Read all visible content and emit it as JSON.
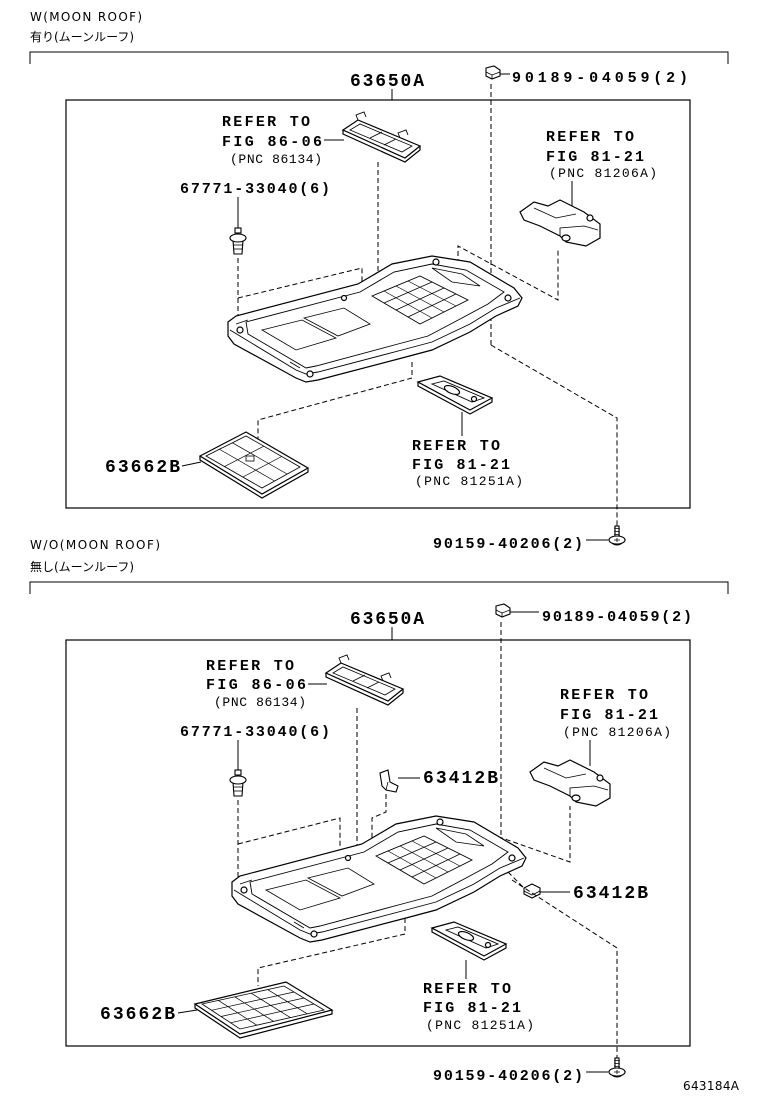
{
  "drawing_number": "643184A",
  "with_moon_roof": {
    "title_en": "W(MOON ROOF)",
    "title_ja": "有り(ムーンルーフ)",
    "main_part": "63650A",
    "clip_part": "90189-04059(2)",
    "fastener_part": "67771-33040(6)",
    "lid_part": "63662B",
    "screw_part": "90159-40206(2)",
    "ref_top": {
      "l1": "REFER TO",
      "l2": "FIG 86-06",
      "l3": "(PNC 86134)"
    },
    "ref_right": {
      "l1": "REFER TO",
      "l2": "FIG 81-21",
      "l3": "(PNC 81206A)"
    },
    "ref_bottom": {
      "l1": "REFER TO",
      "l2": "FIG 81-21",
      "l3": "(PNC 81251A)"
    }
  },
  "without_moon_roof": {
    "title_en": "W/O(MOON ROOF)",
    "title_ja": "無し(ムーンルーフ)",
    "main_part": "63650A",
    "clip_part": "90189-04059(2)",
    "fastener_part": "67771-33040(6)",
    "bracket_part": "63412B",
    "side_clip_part": "63412B",
    "lid_part": "63662B",
    "screw_part": "90159-40206(2)",
    "ref_top": {
      "l1": "REFER TO",
      "l2": "FIG 86-06",
      "l3": "(PNC 86134)"
    },
    "ref_right": {
      "l1": "REFER TO",
      "l2": "FIG 81-21",
      "l3": "(PNC 81206A)"
    },
    "ref_bottom": {
      "l1": "REFER TO",
      "l2": "FIG 81-21",
      "l3": "(PNC 81251A)"
    }
  }
}
